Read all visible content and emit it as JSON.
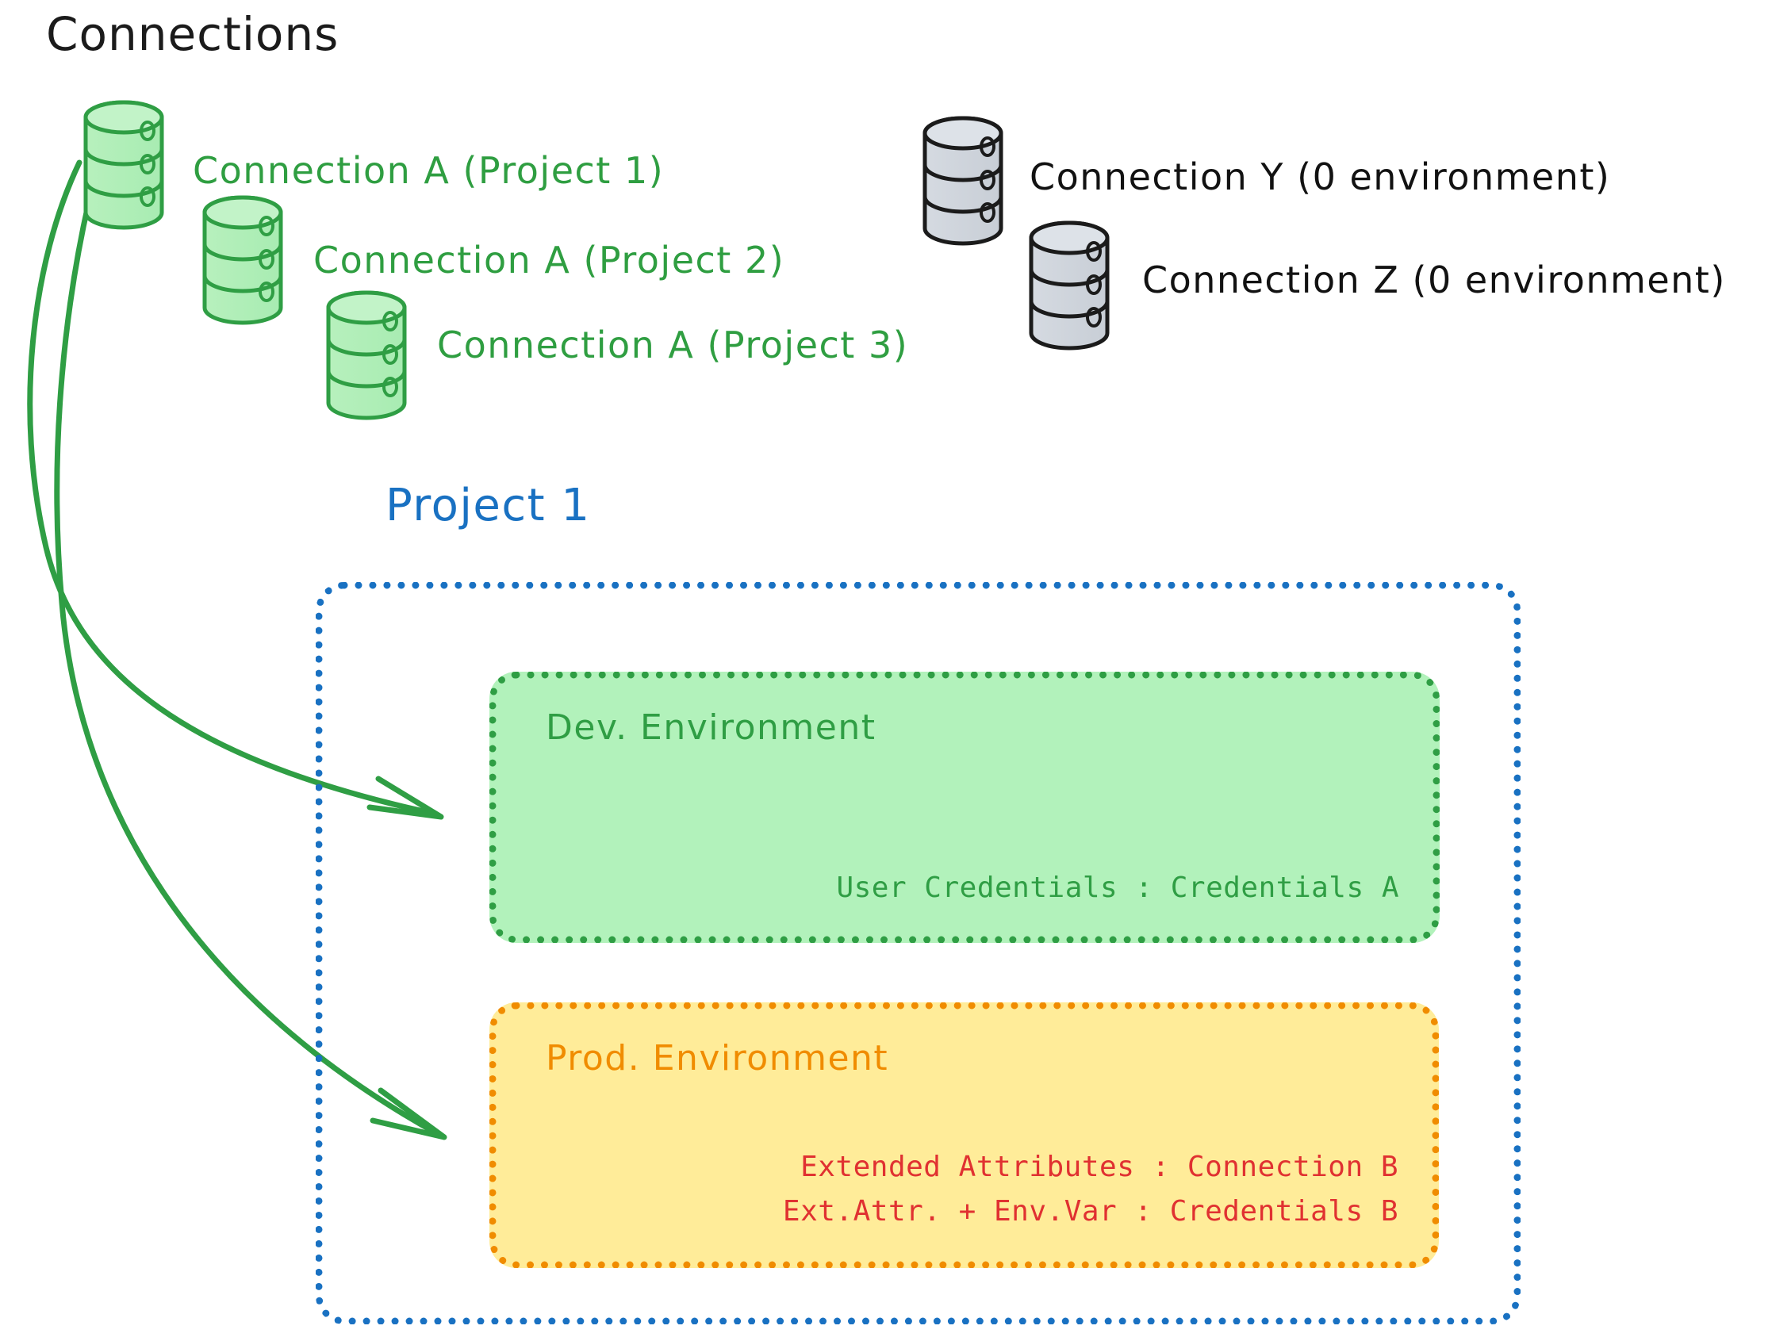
{
  "diagram": {
    "title": "Connections",
    "title_color": "#1b1b1b",
    "connections": [
      {
        "id": "conn-a-p1",
        "label": "Connection A (Project 1)",
        "color": "#2f9e41",
        "icon": "database-icon",
        "state": "green"
      },
      {
        "id": "conn-a-p2",
        "label": "Connection A (Project 2)",
        "color": "#2f9e41",
        "icon": "database-icon",
        "state": "green"
      },
      {
        "id": "conn-a-p3",
        "label": "Connection A (Project 3)",
        "color": "#2f9e41",
        "icon": "database-icon",
        "state": "green"
      },
      {
        "id": "conn-y",
        "label": "Connection Y (0 environment)",
        "color": "#121212",
        "icon": "database-icon",
        "state": "gray"
      },
      {
        "id": "conn-z",
        "label": "Connection Z (0 environment)",
        "color": "#121212",
        "icon": "database-icon",
        "state": "gray"
      }
    ],
    "project": {
      "title": "Project 1",
      "title_color": "#1971c2",
      "border_color": "#1971c2",
      "environments": [
        {
          "id": "dev",
          "title": "Dev. Environment",
          "fill": "#b2f2bb",
          "border_color": "#2f9e44",
          "title_color": "#2f9e44",
          "rows": [
            {
              "text": "User Credentials : Credentials A",
              "color": "#2f9e44"
            }
          ]
        },
        {
          "id": "prod",
          "title": "Prod. Environment",
          "fill": "#ffec99",
          "border_color": "#f08c00",
          "title_color": "#f08c00",
          "rows": [
            {
              "text": "Extended Attributes : Connection B",
              "color": "#e03131"
            },
            {
              "text": "Ext.Attr. + Env.Var : Credentials B",
              "color": "#e03131"
            }
          ]
        }
      ]
    },
    "arrows": [
      {
        "id": "arrow-to-dev",
        "from": "conn-a-p1",
        "to": "dev",
        "color": "#2f9e44"
      },
      {
        "id": "arrow-to-prod",
        "from": "conn-a-p1",
        "to": "prod",
        "color": "#2f9e44"
      }
    ]
  }
}
